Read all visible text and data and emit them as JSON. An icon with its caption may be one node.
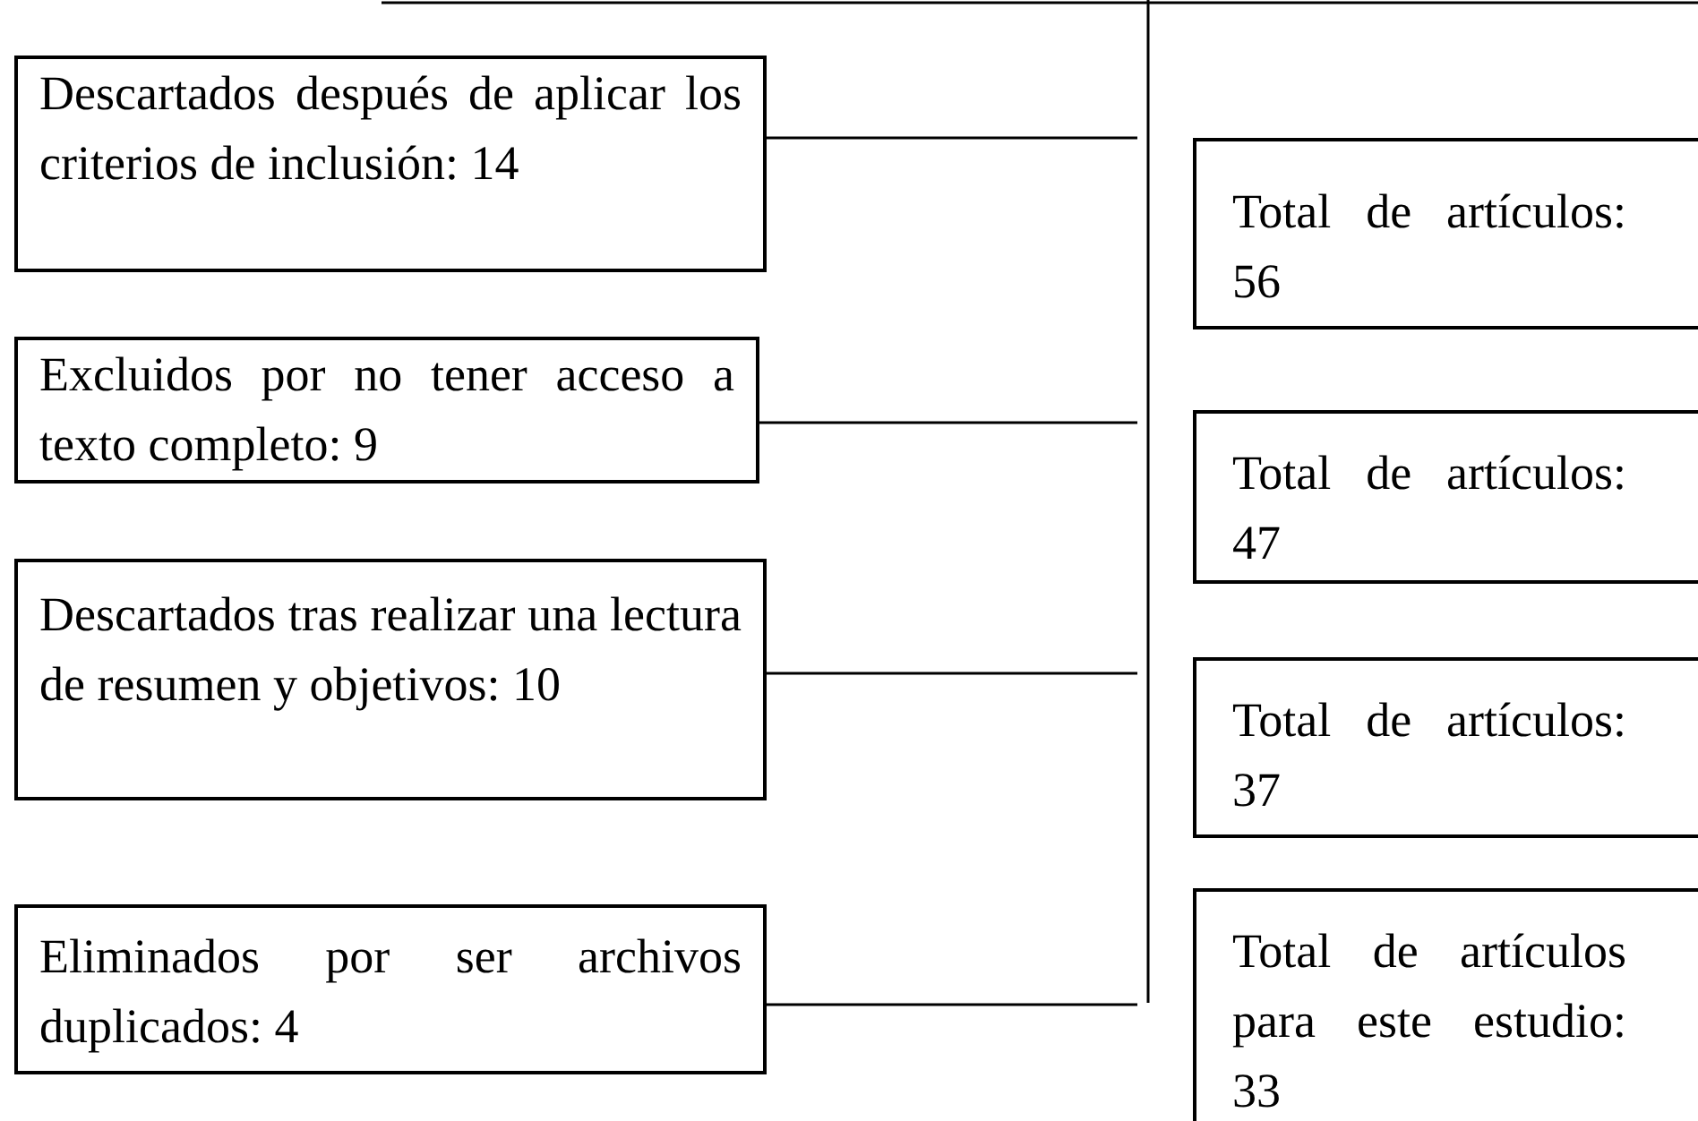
{
  "diagram": {
    "nodes": [
      {
        "text": [
          "Descartados después de aplicar los criterios de inclusión: 14"
        ]
      },
      {
        "text": [
          "Excluidos por no tener acceso a texto completo: 9"
        ]
      },
      {
        "text": [
          "Descartados tras realizar una lectura de resumen y objetivos: 10"
        ]
      },
      {
        "text": [
          "Eliminados por ser archivos duplicados: 4"
        ]
      },
      {
        "text": [
          "Total de artículos: 56"
        ]
      },
      {
        "text": [
          "Total de artículos: 47"
        ]
      },
      {
        "text": [
          "Total de artículos: 37"
        ]
      },
      {
        "text": [
          "Total de artículos para este estudio: 33"
        ]
      }
    ],
    "edges": [
      {
        "from": 0,
        "to": null,
        "arrow": "none"
      },
      {
        "from": 1,
        "to": null,
        "arrow": "none"
      },
      {
        "from": 2,
        "to": null,
        "arrow": "none"
      },
      {
        "from": 3,
        "to": null,
        "arrow": "none"
      }
    ]
  }
}
